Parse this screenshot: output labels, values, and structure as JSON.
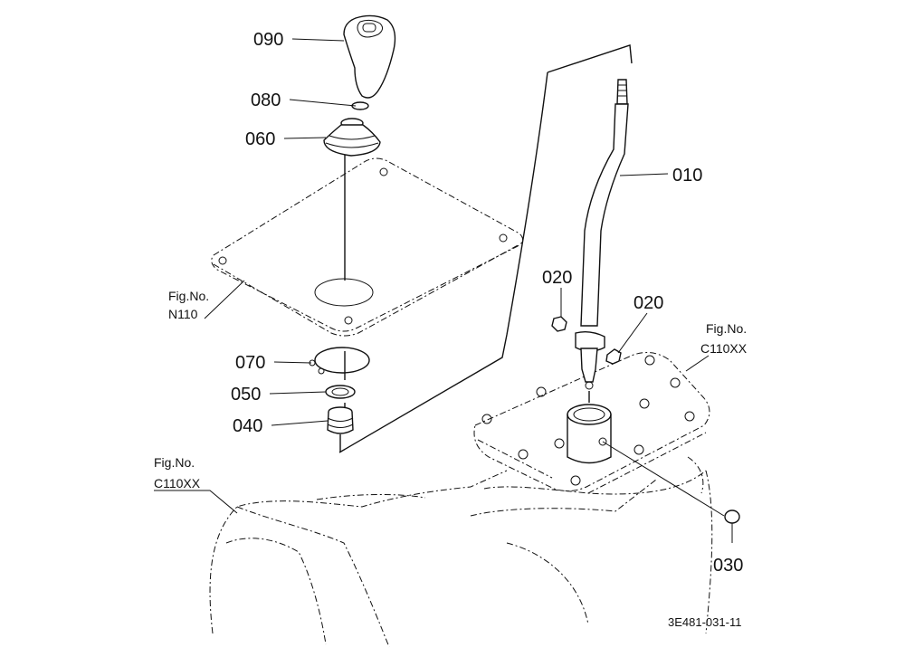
{
  "parts": {
    "p090": "090",
    "p080": "080",
    "p060": "060",
    "p070": "070",
    "p050": "050",
    "p040": "040",
    "p010": "010",
    "p020a": "020",
    "p020b": "020",
    "p030": "030"
  },
  "figrefs": {
    "n110": {
      "line1": "Fig.No.",
      "line2": "N110"
    },
    "c110_right": {
      "line1": "Fig.No.",
      "line2": "C110XX"
    },
    "c110_left": {
      "line1": "Fig.No.",
      "line2": "C110XX"
    }
  },
  "drawing_code": "3E481-031-11"
}
